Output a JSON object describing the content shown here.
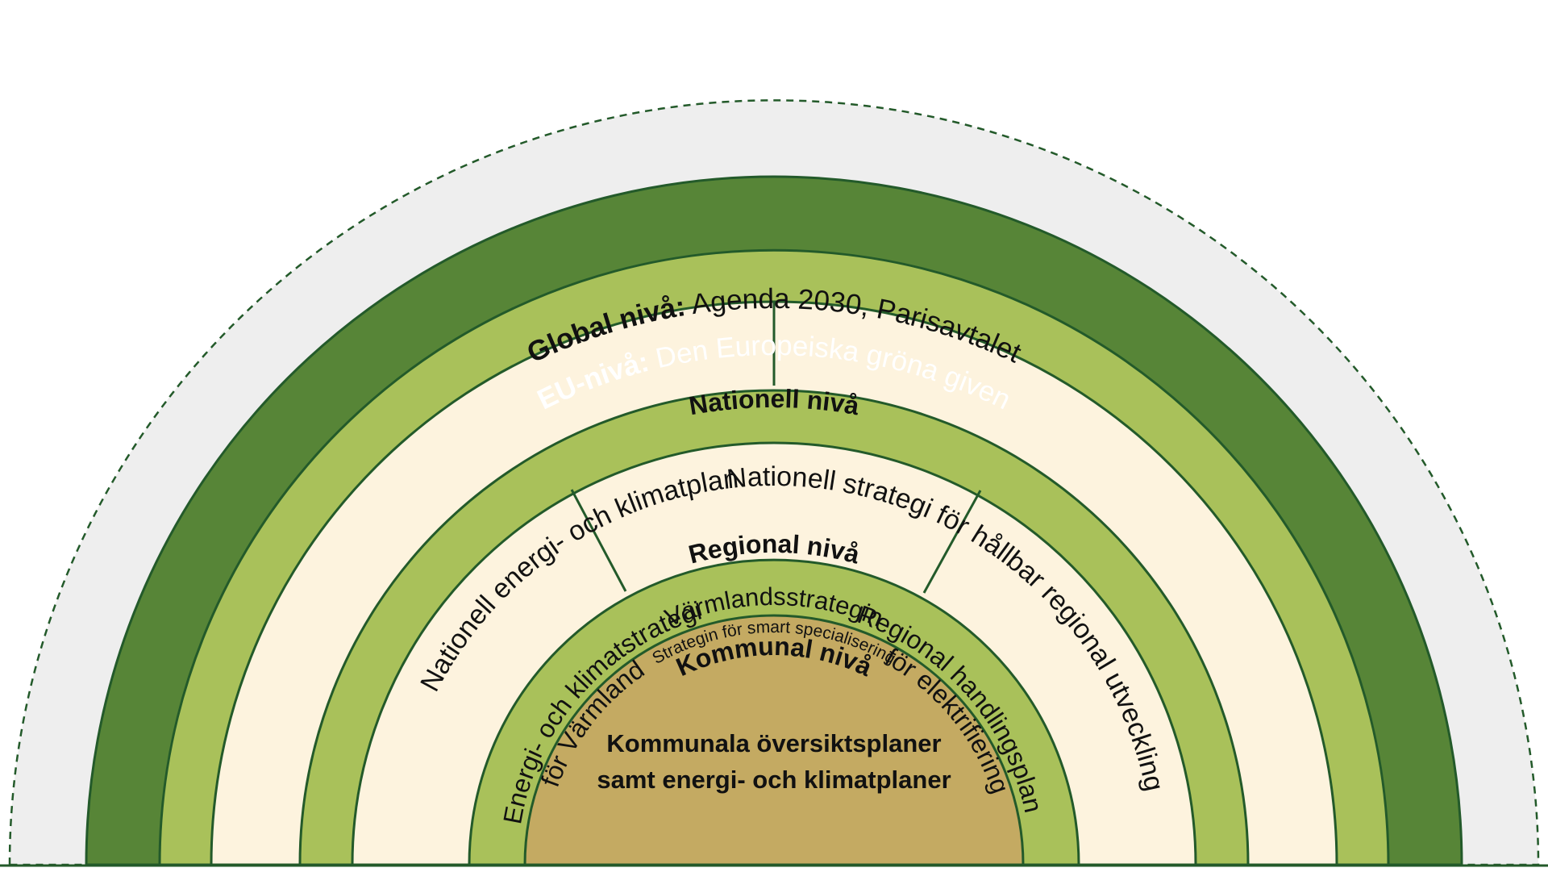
{
  "levels": {
    "global": {
      "label": "Global nivå:",
      "content": " Agenda 2030, Parisavtalet"
    },
    "eu": {
      "label": "EU-nivå:",
      "content": " Den Europeiska gröna given"
    },
    "national": {
      "label": "Nationell nivå",
      "left": "Nationell energi- och klimatplan",
      "right": "Nationell strategi för hållbar regional utveckling"
    },
    "regional": {
      "label": "Regional nivå",
      "left_line1": "Energi- och klimatstrategi",
      "left_line2": "för Värmland",
      "center_title": "Värmlandsstrategin",
      "center_sub": "Strategin för smart specialisering",
      "right_line1": "Regional handlingsplan",
      "right_line2": "för elektrifiering"
    },
    "municipal": {
      "label": "Kommunal nivå",
      "core_line1": "Kommunala översiktsplaner",
      "core_line2": "samt energi- och klimatplaner"
    }
  },
  "colors": {
    "global_band": "#eeeeee",
    "outline": "#235a2a",
    "eu_band": "#578537",
    "level_band": "#a9c15a",
    "strategy_band": "#fdf3de",
    "core": "#c4aa62",
    "text_dark": "#111111",
    "text_light": "#ffffff"
  }
}
